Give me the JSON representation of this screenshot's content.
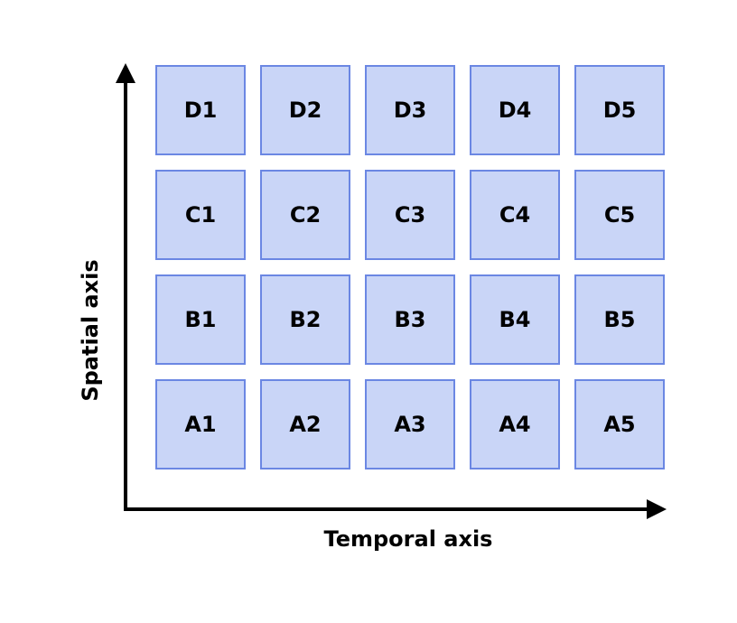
{
  "colors": {
    "tile_fill": "#c9d5f7",
    "tile_stroke": "#6b87e3",
    "axis": "#000000",
    "text": "#000000"
  },
  "axes": {
    "x_label": "Temporal axis",
    "y_label": "Spatial axis"
  },
  "grid": {
    "rows": [
      {
        "row": "D",
        "cells": [
          "D1",
          "D2",
          "D3",
          "D4",
          "D5"
        ]
      },
      {
        "row": "C",
        "cells": [
          "C1",
          "C2",
          "C3",
          "C4",
          "C5"
        ]
      },
      {
        "row": "B",
        "cells": [
          "B1",
          "B2",
          "B3",
          "B4",
          "B5"
        ]
      },
      {
        "row": "A",
        "cells": [
          "A1",
          "A2",
          "A3",
          "A4",
          "A5"
        ]
      }
    ]
  }
}
